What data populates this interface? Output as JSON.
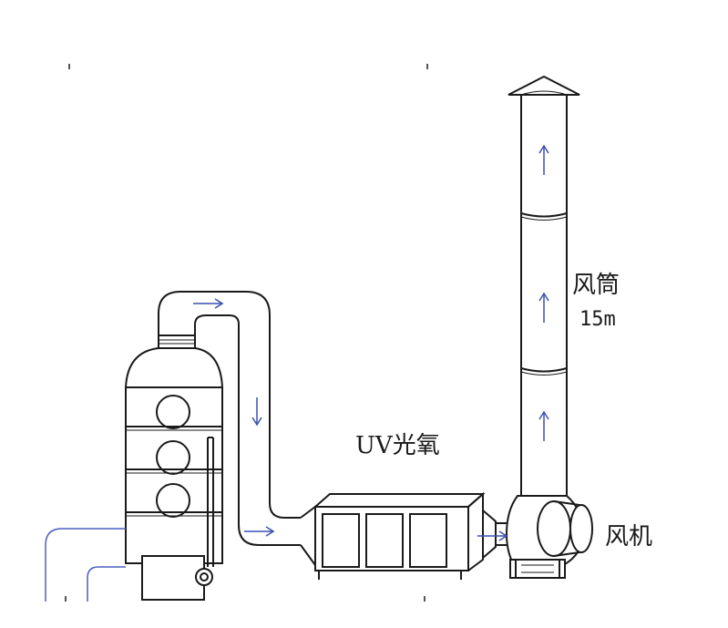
{
  "labels": {
    "uv_unit": "UV光氧",
    "stack": "风筒",
    "stack_height": "15m",
    "fan": "风机"
  },
  "colors": {
    "line": "#1a1a1a",
    "flow_arrow": "#3a4fb0",
    "inlet_pipe": "#4a5fc0",
    "background": "#ffffff"
  },
  "icons": {
    "flow": "arrow-icon"
  }
}
